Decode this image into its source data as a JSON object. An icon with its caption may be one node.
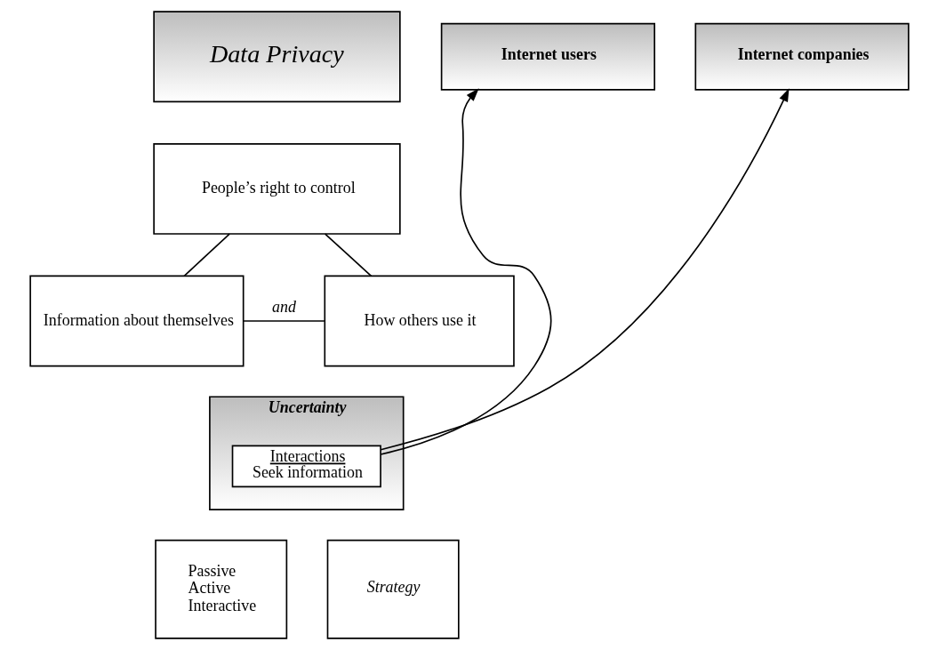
{
  "diagram": {
    "nodes": [
      {
        "text": [
          "Data Privacy"
        ]
      },
      {
        "text": [
          "People’s right to control"
        ]
      },
      {
        "text": [
          "Information about themselves"
        ]
      },
      {
        "text": [
          "How others use it"
        ]
      },
      {
        "text": [
          "Uncertainty"
        ]
      },
      {
        "text": [
          "Interactions",
          "Seek information"
        ],
        "in": 4
      },
      {
        "text": [
          "Internet users"
        ]
      },
      {
        "text": [
          "Internet companies"
        ]
      },
      {
        "text": [
          "Passive",
          "Active",
          "Interactive"
        ]
      },
      {
        "text": [
          "Strategy"
        ]
      }
    ],
    "edges": [
      {
        "from": 1,
        "to": 2,
        "arrow": "none"
      },
      {
        "from": 1,
        "to": 3,
        "arrow": "none"
      },
      {
        "from": 2,
        "to": 3,
        "arrow": "none",
        "label": "and"
      },
      {
        "from": 5,
        "to": 6,
        "arrow": "to"
      },
      {
        "from": 5,
        "to": 7,
        "arrow": "to"
      }
    ]
  }
}
